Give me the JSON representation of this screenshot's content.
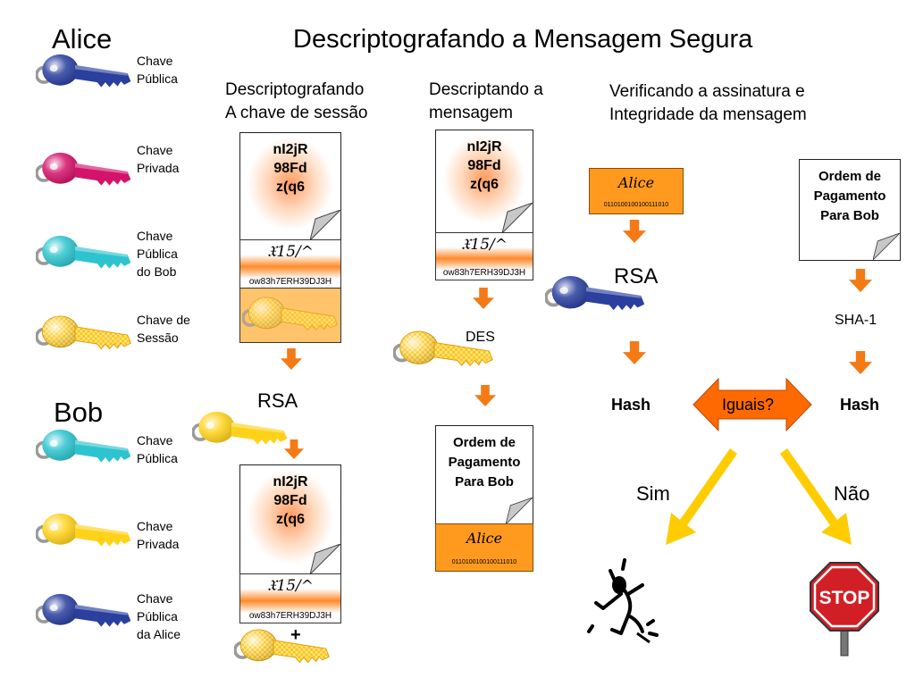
{
  "title": "Descriptografando a Mensagem Segura",
  "alice": {
    "name": "Alice",
    "keys": [
      {
        "label": "Chave\nPública",
        "color": "#2a3f9e"
      },
      {
        "label": "Chave\nPrivada",
        "color": "#d4136a"
      },
      {
        "label": "Chave\nPública\ndo Bob",
        "color": "#2ec4cf"
      },
      {
        "label": "Chave de\nSessão",
        "color": "#ffb300"
      }
    ]
  },
  "bob": {
    "name": "Bob",
    "keys": [
      {
        "label": "Chave\nPública",
        "color": "#2ec4cf"
      },
      {
        "label": "Chave\nPrivada",
        "color": "#ffd21a"
      },
      {
        "label": "Chave\nPública\nda Alice",
        "color": "#2a3f9e"
      }
    ]
  },
  "col1": {
    "heading": "Descriptografando\nA chave de sessão",
    "cipher": "nI2jR\n98Fd\nz(q6",
    "sig_symbol": "𝔛15/^",
    "sig_hex": "ow83h7ERH39DJ3H",
    "rsa": "RSA",
    "plus": "+"
  },
  "col2": {
    "heading": "Descriptando a\nmensagem",
    "cipher": "nI2jR\n98Fd\nz(q6",
    "sig_symbol": "𝔛15/^",
    "sig_hex": "ow83h7ERH39DJ3H",
    "des": "DES",
    "plaintext": "Ordem de\nPagamento\nPara Bob",
    "stamp_name": "Alice",
    "stamp_bits": "0110100100100111010"
  },
  "col3": {
    "heading": "Verificando a assinatura e\nIntegridade da mensagem",
    "stamp_name": "Alice",
    "stamp_bits": "0110100100100111010",
    "rsa": "RSA",
    "hash_left": "Hash",
    "compare": "Iguais?",
    "hash_right": "Hash",
    "plaintext": "Ordem de\nPagamento\nPara Bob",
    "sha": "SHA-1",
    "yes": "Sim",
    "no": "Não",
    "stop": "STOP"
  },
  "colors": {
    "orange_arrow": "#f47a16",
    "yellow_arrow": "#ffcc00",
    "compare_fill": "#ff6a00",
    "stop_red": "#d21f26"
  }
}
